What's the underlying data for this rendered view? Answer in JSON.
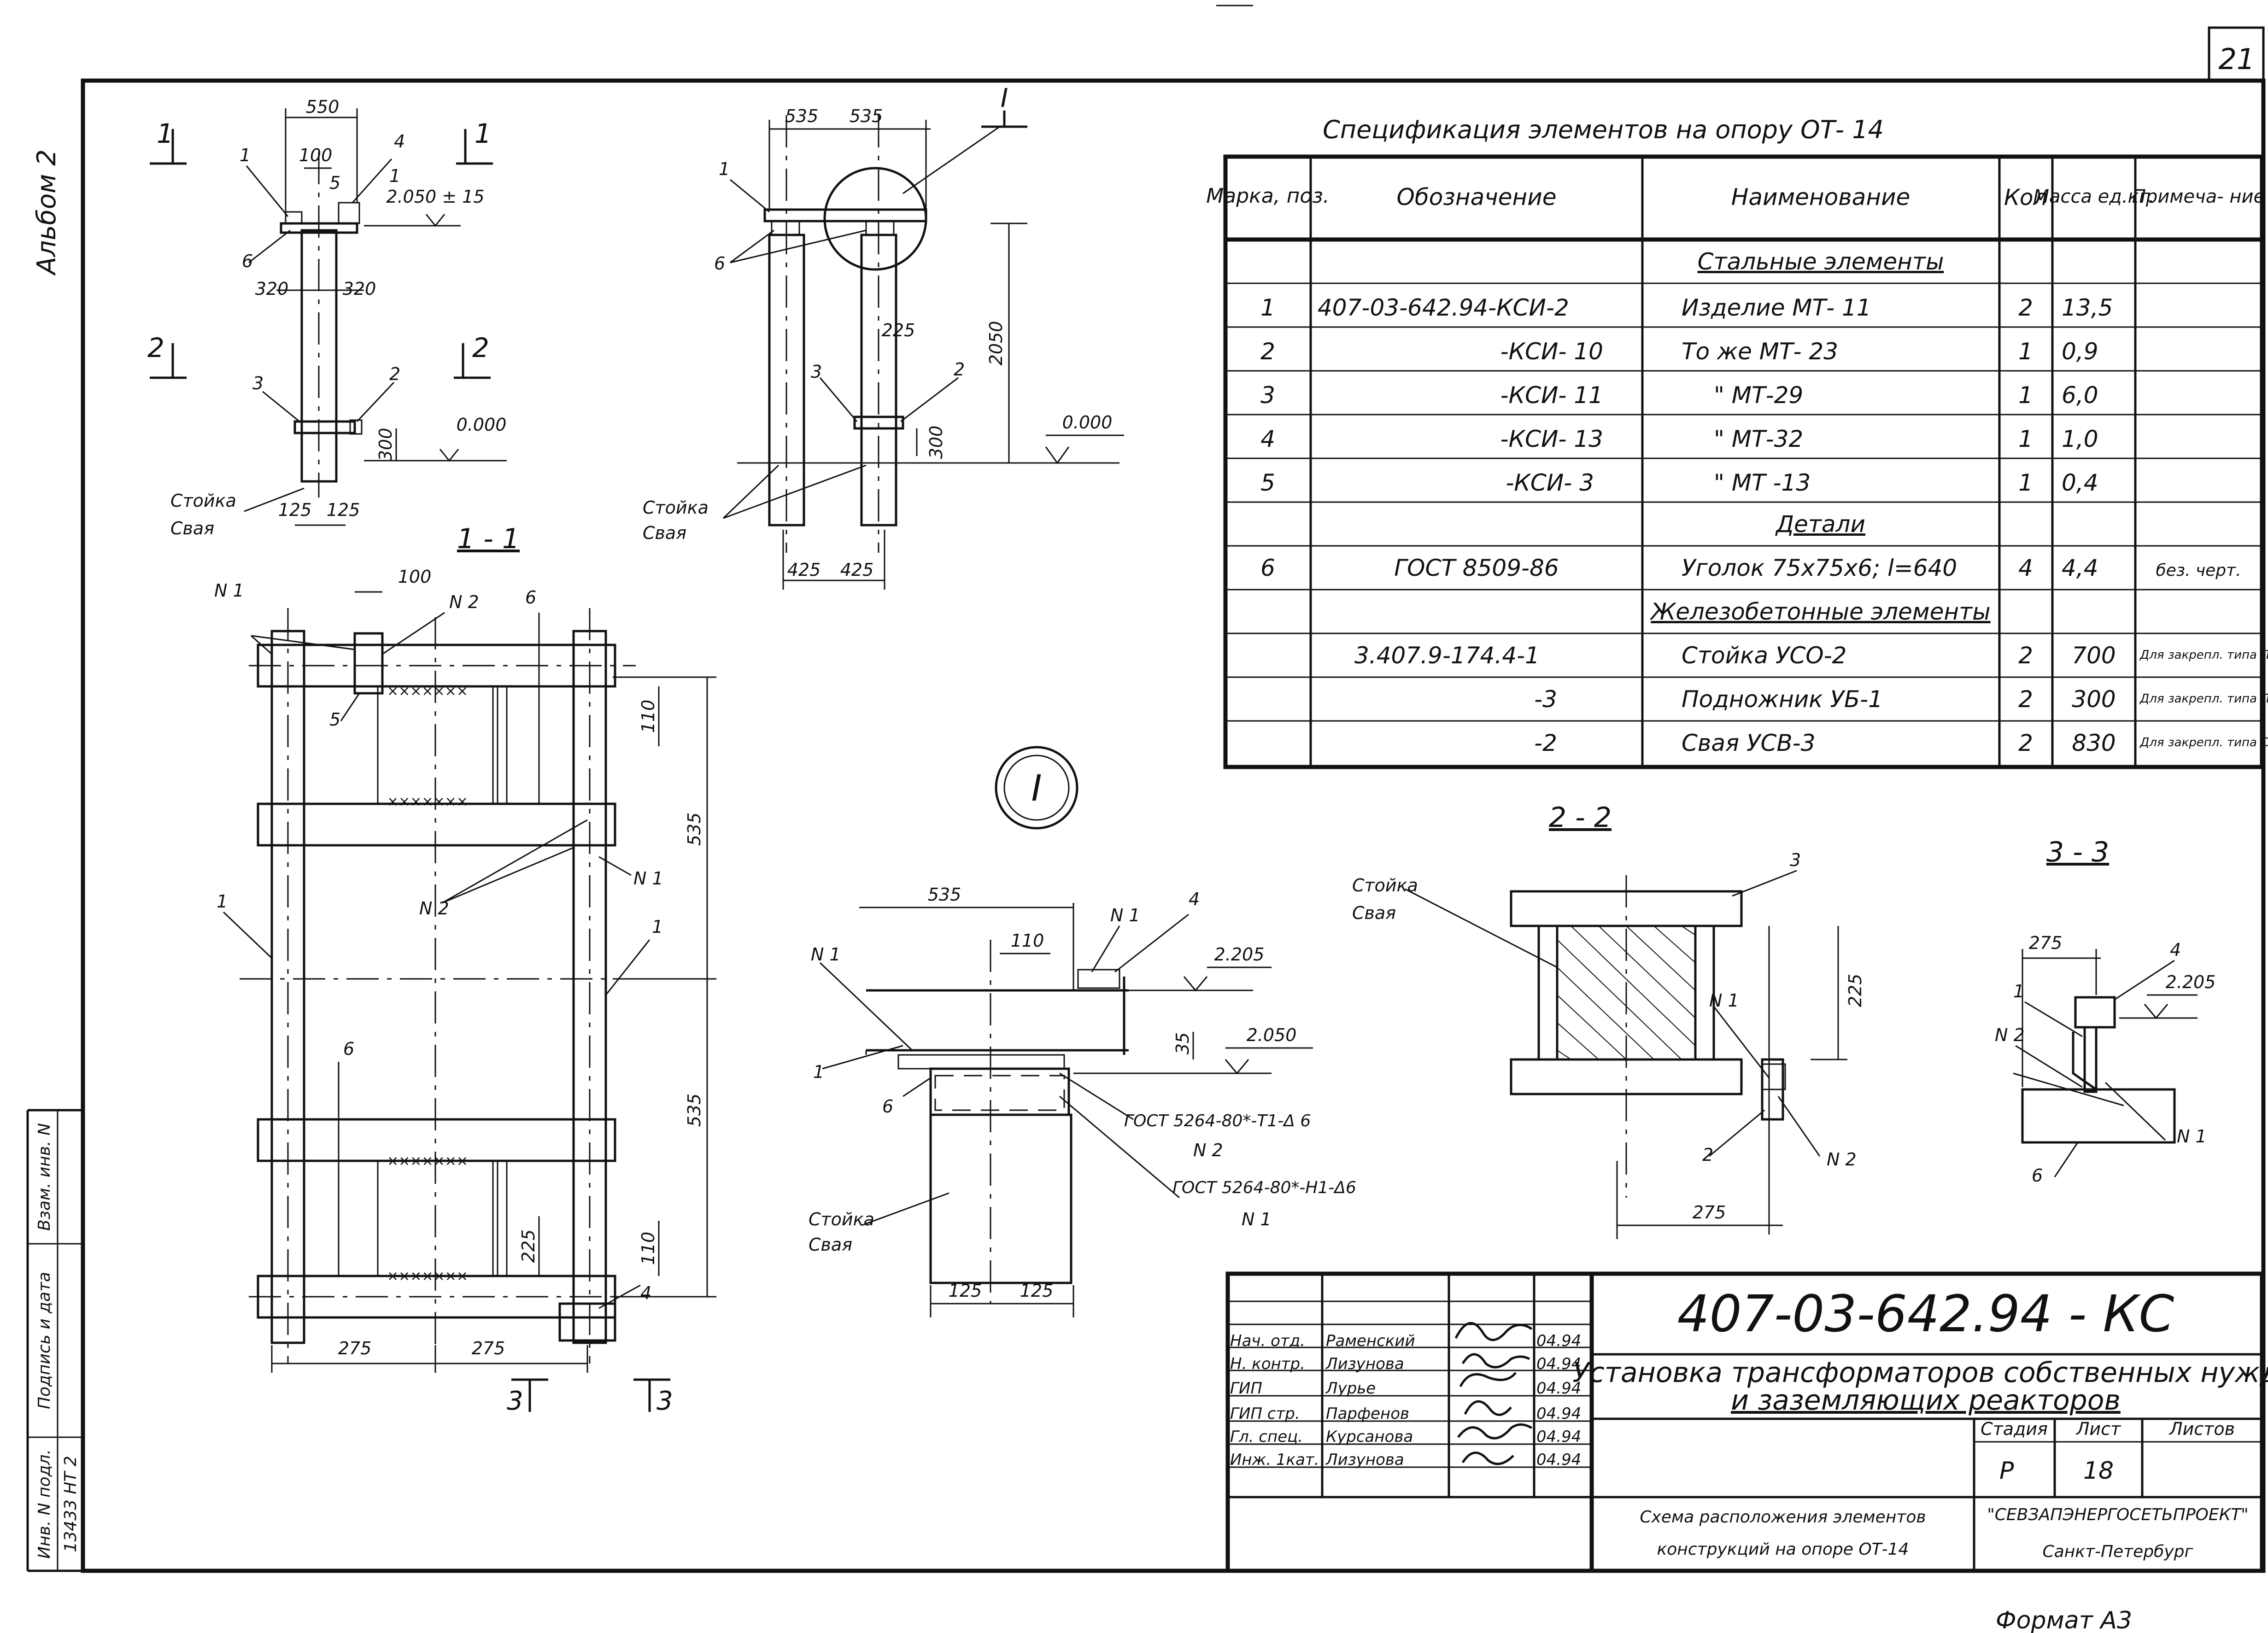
{
  "page": {
    "album": "Альбом 2",
    "sheet_number": "21",
    "format": "Формат А3"
  },
  "views": {
    "top_marks": [
      "1",
      "1",
      "2",
      "2"
    ],
    "section_11": "1 - 1",
    "section_22": "2 - 2",
    "section_33": "3 - 3",
    "section_marks_bottom": [
      "3",
      "3"
    ],
    "node_mark": "I",
    "label_stoika": "Стойка",
    "label_svaya": "Свая",
    "elev_2050": "2.050 ± 15",
    "elev_0": "0.000",
    "elev_2205": "2.205",
    "elev_2050b": "2.050",
    "gost_t1": "ГОСТ 5264-80*-Т1-Δ 6",
    "gost_h1": "ГОСТ 5264-80*-Н1-Δ6",
    "weld_n1": "N 1",
    "weld_n2": "N 2",
    "dims": {
      "d550": "550",
      "d100": "100",
      "d320": "320",
      "d300": "300",
      "d125": "125",
      "d535": "535",
      "d2050": "2050",
      "d225": "225",
      "d425": "425",
      "d110": "110",
      "d275": "275",
      "d35": "35"
    },
    "pos": [
      "1",
      "2",
      "3",
      "4",
      "5",
      "6"
    ]
  },
  "spec": {
    "title": "Спецификация элементов на опору ОТ- 14",
    "headers": [
      "Марка, поз.",
      "Обозначение",
      "Наименование",
      "Кол",
      "Масса ед.кг.",
      "Примеча- ние"
    ],
    "section_steel": "Стальные элементы",
    "section_details": "Детали",
    "section_concrete": "Железобетонные элементы",
    "rows_steel": [
      {
        "pos": "1",
        "code": "407-03-642.94-КСИ-2",
        "name": "Изделие МТ- 11",
        "qty": "2",
        "mass": "13,5",
        "note": ""
      },
      {
        "pos": "2",
        "code": "-КСИ- 10",
        "name": "То же   МТ- 23",
        "qty": "1",
        "mass": "0,9",
        "note": ""
      },
      {
        "pos": "3",
        "code": "-КСИ- 11",
        "name": "\"        МТ-29",
        "qty": "1",
        "mass": "6,0",
        "note": ""
      },
      {
        "pos": "4",
        "code": "-КСИ- 13",
        "name": "\"        МТ-32",
        "qty": "1",
        "mass": "1,0",
        "note": ""
      },
      {
        "pos": "5",
        "code": "-КСИ- 3",
        "name": "\"        МТ -13",
        "qty": "1",
        "mass": "0,4",
        "note": ""
      }
    ],
    "rows_details": [
      {
        "pos": "6",
        "code": "ГОСТ 8509-86",
        "name": "Уголок 75х75х6; l=640",
        "qty": "4",
        "mass": "4,4",
        "note": "без. черт."
      }
    ],
    "rows_concrete": [
      {
        "pos": "",
        "code": "3.407.9-174.4-1",
        "name": "Стойка УСО-2",
        "qty": "2",
        "mass": "700",
        "note": "Для закрепл. типа П,К"
      },
      {
        "pos": "",
        "code": "-3",
        "name": "Подножник УБ-1",
        "qty": "2",
        "mass": "300",
        "note": "Для закрепл. типа П"
      },
      {
        "pos": "",
        "code": "-2",
        "name": "Свая УСВ-3",
        "qty": "2",
        "mass": "830",
        "note": "Для закрепл. типа С"
      }
    ]
  },
  "titleblock": {
    "code": "407-03-642.94 - КС",
    "title_line1": "Установка трансформаторов собственных нужд",
    "title_line2": "и заземляющих реакторов",
    "stage_label": "Стадия",
    "sheet_label": "Лист",
    "sheets_label": "Листов",
    "stage": "Р",
    "sheet": "18",
    "desc_line1": "Схема расположения элементов",
    "desc_line2": "конструкций на опоре ОТ-14",
    "org": "\"СЕВЗАПЭНЕРГОСЕТЬПРОЕКТ\"",
    "city": "Санкт-Петербург",
    "people": [
      {
        "role": "Нач. отд.",
        "name": "Раменский",
        "date": "04.94"
      },
      {
        "role": "Н. контр.",
        "name": "Лизунова",
        "date": "04.94"
      },
      {
        "role": "ГИП",
        "name": "Лурье",
        "date": "04.94"
      },
      {
        "role": "ГИП стр.",
        "name": "Парфенов",
        "date": "04.94"
      },
      {
        "role": "Гл. спец.",
        "name": "Курсанова",
        "date": "04.94"
      },
      {
        "role": "Инж. 1кат.",
        "name": "Лизунова",
        "date": "04.94"
      }
    ]
  },
  "side": {
    "inv_sub": "Инв. N подл.",
    "sign_date": "Подпись и дата",
    "inv_repl": "Взам. инв. N",
    "inv_value": "13433 НТ 2"
  }
}
